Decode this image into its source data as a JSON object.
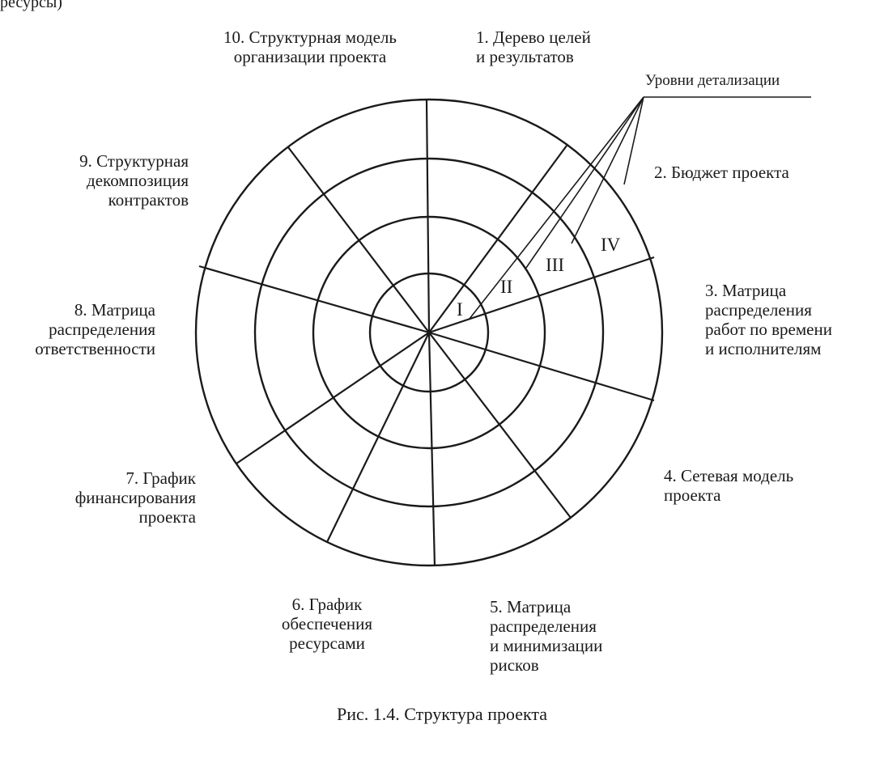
{
  "corner_fragment": "ресурсы)",
  "caption": "Рис. 1.4. Структура проекта",
  "levels_title": "Уровни детализации",
  "levels": [
    "I",
    "II",
    "III",
    "IV"
  ],
  "sectors": [
    {
      "label": "1. Дерево целей\nи результатов"
    },
    {
      "label": "2. Бюджет проекта"
    },
    {
      "label": "3. Матрица\nраспределения\nработ по времени\nи исполнителям"
    },
    {
      "label": "4. Сетевая модель\nпроекта"
    },
    {
      "label": "5. Матрица\nраспределения\nи минимизации\nрисков"
    },
    {
      "label": "6. График\nобеспечения\nресурсами"
    },
    {
      "label": "7. График\nфинансирования\nпроекта"
    },
    {
      "label": "8. Матрица\nраспределения\nответственности"
    },
    {
      "label": "9. Структурная\nдекомпозиция\nконтрактов"
    },
    {
      "label": "10. Структурная модель\nорганизации проекта"
    }
  ]
}
